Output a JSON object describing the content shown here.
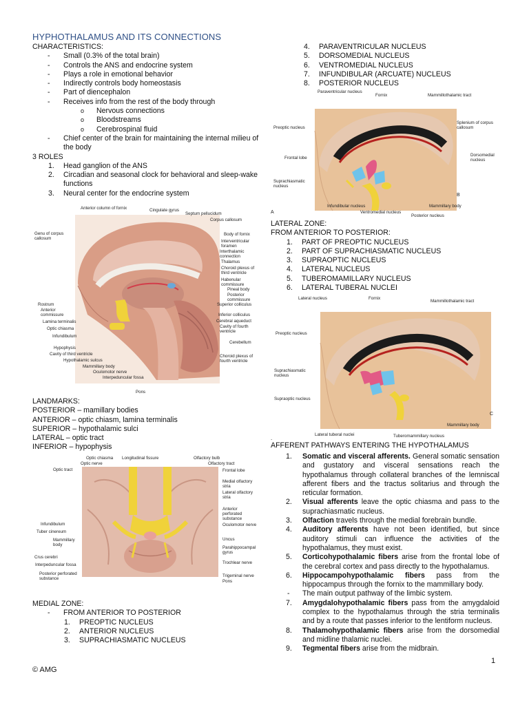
{
  "title": "HYPHOTHALAMUS AND ITS CONNECTIONS",
  "characteristics": {
    "heading": "CHARACTERISTICS:",
    "items": [
      "Small (0.3% of the total brain)",
      "Controls the ANS and endocrine system",
      "Plays a role in emotional behavior",
      "Indirectly controls body homeostasis",
      "Part of diencephalon",
      "Receives info from the rest of the body through"
    ],
    "sub_items": [
      "Nervous connections",
      "Bloodstreams",
      "Cerebrospinal fluid"
    ],
    "last_item": "Chief center of the brain for maintaining the internal milieu of the body"
  },
  "roles": {
    "heading": "3 ROLES",
    "items": [
      "Head ganglion of the ANS",
      "Circadian and seasonal clock for behavioral and sleep-wake functions",
      "Neural center for the endocrine system"
    ]
  },
  "fig1": {
    "labels_top": [
      "Anterior column of fornix",
      "Cingulate gyrus",
      "Septum pellucidum",
      "Corpus callosum"
    ],
    "labels_left": [
      "Genu of corpus callosum",
      "Rostrum",
      "Anterior commissure",
      "Lamina terminalis",
      "Optic chiasma",
      "Infundibulum",
      "Hypophysis",
      "Cavity of third ventricle",
      "Hypothalamic sulcus",
      "Mammillary body",
      "Oculomotor nerve",
      "Interpeduncular fossa",
      "Pons"
    ],
    "labels_right": [
      "Body of fornix",
      "Interventricular foramen",
      "Interthalamic connection",
      "Thalamus",
      "Choroid plexus of third ventricle",
      "Habenular commissure",
      "Pineal body",
      "Posterior commissure",
      "Superior colliculus",
      "Inferior colliculus",
      "Cerebral aqueduct",
      "Cavity of fourth ventricle",
      "Cerebellum",
      "Choroid plexus of fourth ventricle"
    ]
  },
  "landmarks": {
    "heading": "LANDMARKS:",
    "items": [
      "POSTERIOR – mamillary bodies",
      "ANTERIOR – optic chiasm, lamina terminalis",
      "SUPERIOR – hypothalamic sulci",
      "LATERAL – optic tract",
      "INFERIOR – hypophysis"
    ]
  },
  "fig2": {
    "labels_top": [
      "Optic chiasma",
      "Longitudinal fissure",
      "Olfactory bulb",
      "Optic nerve",
      "Olfactory tract"
    ],
    "labels_left": [
      "Optic tract",
      "Infundibulum",
      "Tuber cinereum",
      "Mammillary body",
      "Crus cerebri",
      "Interpeduncular fossa",
      "Posterior perforated substance"
    ],
    "labels_right": [
      "Frontal lobe",
      "Medial olfactory stria",
      "Lateral olfactory stria",
      "Anterior perforated substance",
      "Oculomotor nerve",
      "Uncus",
      "Parahippocampal gyrus",
      "Trochlear nerve",
      "Trigeminal nerve",
      "Pons"
    ]
  },
  "medial": {
    "heading": "MEDIAL ZONE:",
    "dash": "FROM ANTERIOR TO POSTERIOR",
    "items": [
      "PREOPTIC NUCLEUS",
      "ANTERIOR NUCLEUS",
      "SUPRACHIASMATIC NUCLEUS",
      "PARAVENTRICULAR NUCLEUS",
      "DORSOMEDIAL NUCLEUS",
      "VENTROMEDIAL NUCLEUS",
      "INFUNDIBULAR (ARCUATE) NUCLEUS",
      "POSTERIOR NUCLEUS"
    ]
  },
  "fig3": {
    "labels": [
      "Paraventricular nucleus",
      "Fornix",
      "Mammillothalamic tract",
      "Splenium of corpus callosum",
      "Preoptic nucleus",
      "Frontal lobe",
      "Dorsomedial nucleus",
      "Suprachiasmatic nucleus",
      "Infundibular nucleus",
      "Ventromedial nucleus",
      "Posterior nucleus",
      "Mammillary body",
      "A",
      "B"
    ]
  },
  "lateral": {
    "heading": "LATERAL ZONE:",
    "subheading": "FROM ANTERIOR TO POSTERIOR:",
    "items": [
      "PART OF PREOPTIC NUCLEUS",
      "PART OF SUPRACHIASMATIC NUCLEUS",
      "SUPRAOPTIC NUCLEUS",
      "LATERAL NUCLEUS",
      "TUBEROMAMILLARY NUCLEUS",
      "LATERAL TUBERAL NUCLEI"
    ]
  },
  "fig4": {
    "labels": [
      "Lateral nucleus",
      "Fornix",
      "Mammillothalamic tract",
      "Preoptic nucleus",
      "Suprachiasmatic nucleus",
      "Supraoptic nucleus",
      "Mammillary body",
      "Lateral tuberal nuclei",
      "Tuberomammillary nucleus",
      "C"
    ]
  },
  "afferent": {
    "dot": ".",
    "heading": "AFFERENT PATHWAYS ENTERING THE HYPOTHALAMUS",
    "items": [
      {
        "n": "1.",
        "b": "Somatic and visceral afferents.",
        "t": " General somatic sensation and gustatory and visceral sensations reach the hypothalamus through collateral branches of the lemniscal afferent fibers and the tractus solitarius and through the reticular formation."
      },
      {
        "n": "2.",
        "b": "Visual afferents",
        "t": " leave the optic chiasma and pass to the suprachiasmatic nucleus."
      },
      {
        "n": "3.",
        "b": "Olfaction",
        "t": " travels through the medial forebrain bundle."
      },
      {
        "n": "4.",
        "b": "Auditory afferents",
        "t": " have not been identified, but since auditory stimuli can influence the activities of the hypothalamus, they must exist."
      },
      {
        "n": "5.",
        "b": "Corticohypothalamic fibers",
        "t": " arise from the frontal lobe of the cerebral cortex and pass directly to the hypothalamus."
      },
      {
        "n": "6.",
        "b": "Hippocampohypothalamic fibers",
        "t": " pass from the hippocampus through the fornix to the mammillary body."
      },
      {
        "n": "-",
        "b": "",
        "t": "The main output pathway of the limbic system."
      },
      {
        "n": "7.",
        "b": "Amygdalohypothalamic fibers",
        "t": " pass from the amygdaloid complex to the hypothalamus through the stria terminalis and by a route that passes inferior to the lentiform nucleus."
      },
      {
        "n": "8.",
        "b": "Thalamohypothalamic fibers",
        "t": " arise from the dorsomedial and midline thalamic nuclei."
      },
      {
        "n": "9.",
        "b": "Tegmental fibers",
        "t": " arise from the midbrain."
      }
    ]
  },
  "footer": {
    "copyright": "© AMG",
    "page": "1"
  }
}
